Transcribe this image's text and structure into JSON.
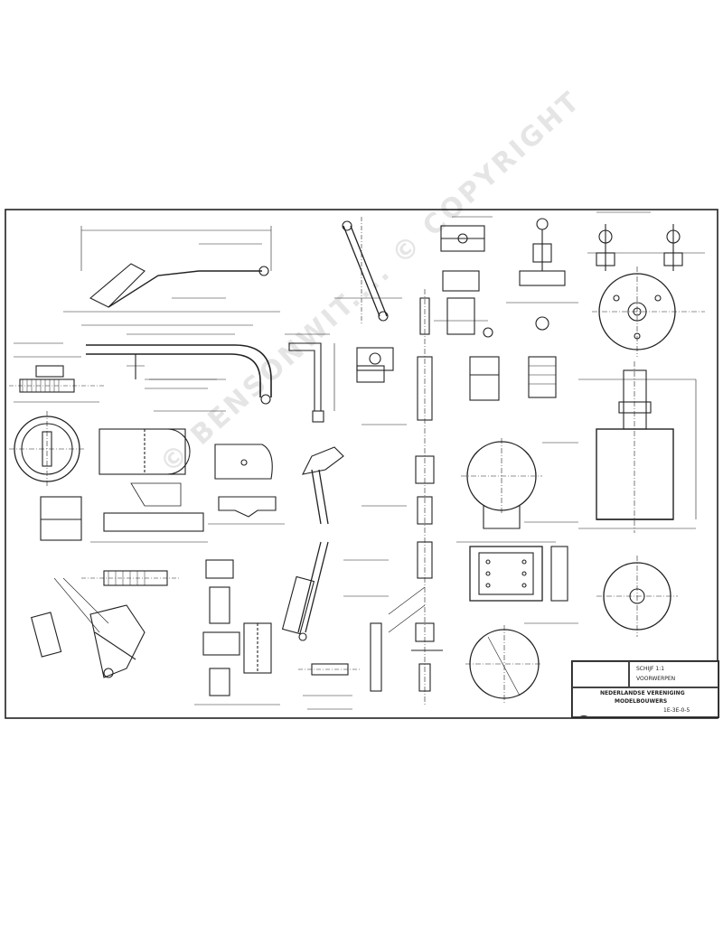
{
  "watermark": "© BENSONWIT.... © COPYRIGHT",
  "title_block": {
    "line_1": "SCHIJF 1:1",
    "line_2": "VOORWERPEN",
    "org_line_1": "NEDERLANDSE VERENIGING",
    "org_line_2": "MODELBOUWERS",
    "drawing_number": "1E-3E-0-5"
  },
  "colors": {
    "ink": "#222222",
    "paper": "#ffffff",
    "watermark": "#000000"
  }
}
